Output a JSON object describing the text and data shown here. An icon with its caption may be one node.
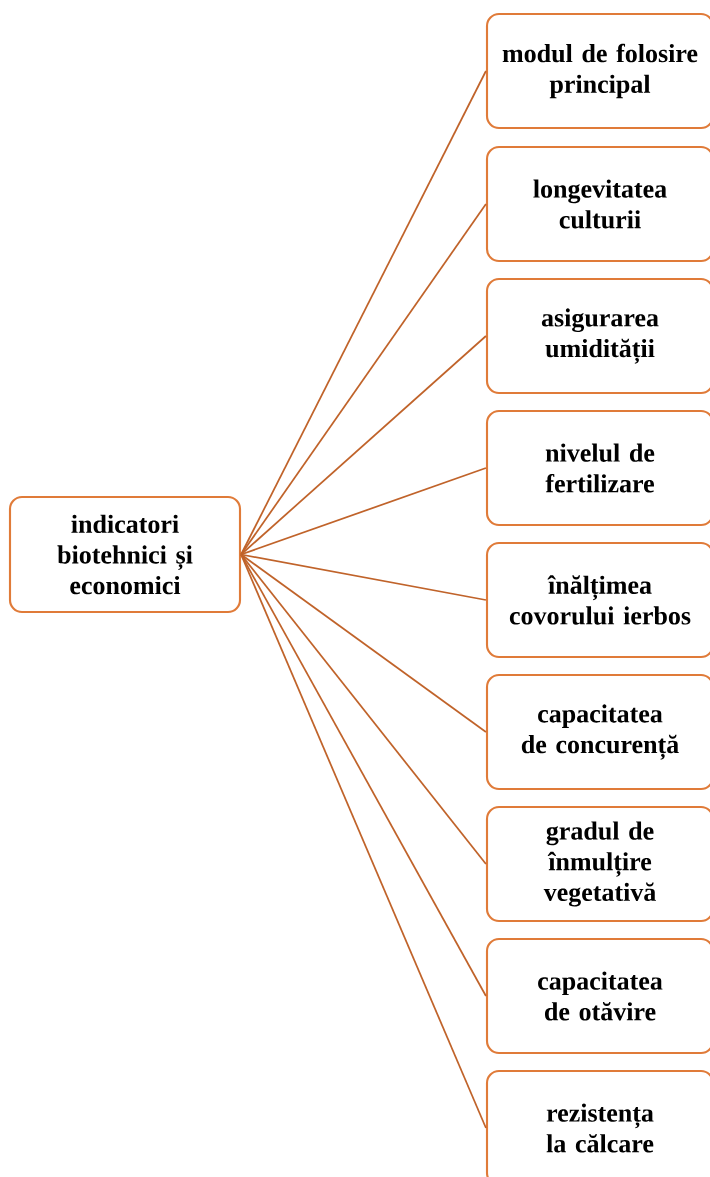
{
  "diagram": {
    "nodes": [
      {
        "text": [
          "indicatori biotehnici și economici"
        ]
      },
      {
        "text": [
          "modul de folosire principal"
        ]
      },
      {
        "text": [
          "longevitatea culturii"
        ]
      },
      {
        "text": [
          "asigurarea umidității"
        ]
      },
      {
        "text": [
          "nivelul de fertilizare"
        ]
      },
      {
        "text": [
          "înălțimea covorului ierbos"
        ]
      },
      {
        "text": [
          "capacitatea de concurență"
        ]
      },
      {
        "text": [
          "gradul de înmulțire vegetativă"
        ]
      },
      {
        "text": [
          "capacitatea de otăvire"
        ]
      },
      {
        "text": [
          "rezistența la călcare"
        ]
      }
    ],
    "edges": [
      {
        "from": 0,
        "to": 1,
        "arrow": "none"
      },
      {
        "from": 0,
        "to": 2,
        "arrow": "none"
      },
      {
        "from": 0,
        "to": 3,
        "arrow": "none"
      },
      {
        "from": 0,
        "to": 4,
        "arrow": "none"
      },
      {
        "from": 0,
        "to": 5,
        "arrow": "none"
      },
      {
        "from": 0,
        "to": 6,
        "arrow": "none"
      },
      {
        "from": 0,
        "to": 7,
        "arrow": "none"
      },
      {
        "from": 0,
        "to": 8,
        "arrow": "none"
      },
      {
        "from": 0,
        "to": 9,
        "arrow": "none"
      }
    ]
  }
}
